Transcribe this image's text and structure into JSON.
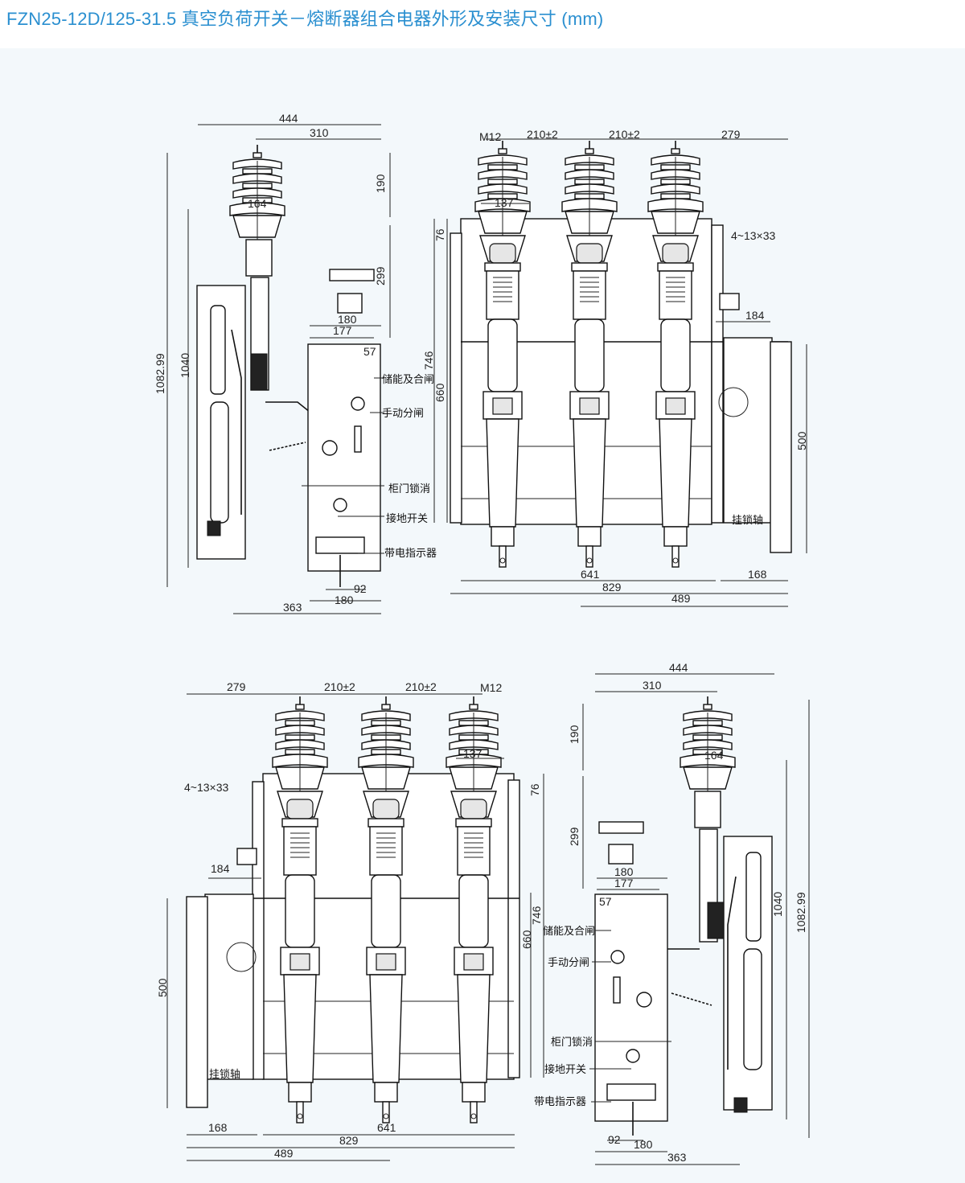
{
  "title": "FZN25-12D/125-31.5 真空负荷开关－熔断器组合电器外形及安装尺寸 (mm)",
  "views": {
    "side_left": {
      "dims": {
        "d444": "444",
        "d310": "310",
        "d190": "190",
        "d164": "164",
        "d299": "299",
        "d180a": "180",
        "d177": "177",
        "d57": "57",
        "d1040": "1040",
        "d1082": "1082.99",
        "d92": "92",
        "d180b": "180",
        "d363": "363"
      },
      "labels": {
        "charge_close": "储能及合闸",
        "manual_open": "手动分闸",
        "door_lock": "柜门锁消",
        "earth_switch": "接地开关",
        "live_indicator": "带电指示器"
      }
    },
    "front_right": {
      "dims": {
        "m12": "M12",
        "pitch1": "210±2",
        "pitch2": "210±2",
        "d279": "279",
        "d137": "137",
        "d76": "76",
        "holes": "4~13×33",
        "d184": "184",
        "d746": "746",
        "d660": "660",
        "d500": "500",
        "d641": "641",
        "d168": "168",
        "d829": "829",
        "d489": "489"
      },
      "labels": {
        "lock_shaft": "挂锁轴"
      }
    },
    "front_left": {
      "dims": {
        "d279": "279",
        "pitch1": "210±2",
        "pitch2": "210±2",
        "m12": "M12",
        "d137": "137",
        "holes": "4~13×33",
        "d76": "76",
        "d184": "184",
        "d746": "746",
        "d660": "660",
        "d500": "500",
        "d168": "168",
        "d641": "641",
        "d829": "829",
        "d489": "489"
      },
      "labels": {
        "lock_shaft": "挂锁轴"
      }
    },
    "side_right": {
      "dims": {
        "d444": "444",
        "d310": "310",
        "d190": "190",
        "d164": "164",
        "d299": "299",
        "d180a": "180",
        "d177": "177",
        "d57": "57",
        "d1040": "1040",
        "d1082": "1082.99",
        "d92": "92",
        "d180b": "180",
        "d363": "363"
      },
      "labels": {
        "charge_close": "储能及合闸",
        "manual_open": "手动分闸",
        "door_lock": "柜门锁消",
        "earth_switch": "接地开关",
        "live_indicator": "带电指示器"
      }
    }
  }
}
